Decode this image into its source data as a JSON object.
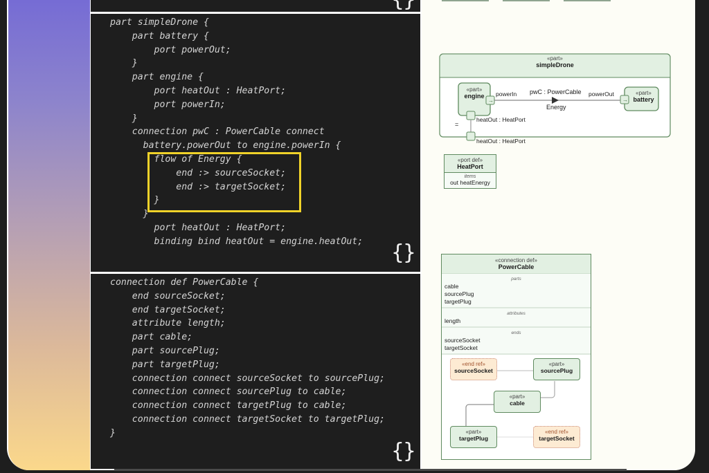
{
  "code_panels": [
    {
      "lines": [
        "part simpleDrone {",
        "    part battery {",
        "        port powerOut;",
        "    }",
        "    part engine {",
        "        port heatOut : HeatPort;",
        "        port powerIn;",
        "    }",
        "    connection pwC : PowerCable connect",
        "      battery.powerOut to engine.powerIn {",
        "        flow of Energy {",
        "            end :> sourceSocket;",
        "            end :> targetSocket;",
        "        }",
        "      }",
        "        port heatOut : HeatPort;",
        "        binding bind heatOut = engine.heatOut;"
      ],
      "highlighted_text": "flow of Energy { end :> sourceSocket; end :> targetSocket; }",
      "highlight_color": "#f0d229"
    },
    {
      "lines": [
        "connection def PowerCable {",
        "    end sourceSocket;",
        "    end targetSocket;",
        "    attribute length;",
        "    part cable;",
        "    part sourcePlug;",
        "    part targetPlug;",
        "    connection connect sourceSocket to sourcePlug;",
        "    connection connect sourcePlug to cable;",
        "    connection connect targetPlug to cable;",
        "    connection connect targetSocket to targetPlug;",
        "}"
      ]
    }
  ],
  "brace_icon": "{}",
  "diagram": {
    "simpleDrone": {
      "stereotype": "«part»",
      "name": "simpleDrone",
      "engine": {
        "stereotype": "«part»",
        "name": "engine"
      },
      "battery": {
        "stereotype": "«part»",
        "name": "battery"
      },
      "powerIn_label": "powerIn",
      "powerOut_label": "powerOut",
      "connection_label": "pwC : PowerCable",
      "flow_label": "Energy",
      "heatOut_inner": "heatOut : HeatPort",
      "heatOut_outer": "heatOut : HeatPort",
      "binding_symbol": "="
    },
    "heatPort": {
      "stereotype": "«port def»",
      "name": "HeatPort",
      "compartment": "items",
      "item": "out heatEnergy"
    },
    "powerCable": {
      "stereotype": "«connection def»",
      "name": "PowerCable",
      "parts_title": "parts",
      "parts": [
        "cable",
        "sourcePlug",
        "targetPlug"
      ],
      "attributes_title": "attributes",
      "attributes": [
        "length"
      ],
      "ends_title": "ends",
      "ends": [
        "sourceSocket",
        "targetSocket"
      ],
      "nodes": {
        "sourceSocket": {
          "stereotype": "«end ref»",
          "name": "sourceSocket"
        },
        "sourcePlug": {
          "stereotype": "«part»",
          "name": "sourcePlug"
        },
        "cable": {
          "stereotype": "«part»",
          "name": "cable"
        },
        "targetPlug": {
          "stereotype": "«part»",
          "name": "targetPlug"
        },
        "targetSocket": {
          "stereotype": "«end ref»",
          "name": "targetSocket"
        }
      }
    }
  },
  "colors": {
    "part_fill": "#e2f0e2",
    "part_border": "#5f8a5f",
    "end_ref_fill": "#fdebd3",
    "end_ref_border": "#c98a7a"
  }
}
